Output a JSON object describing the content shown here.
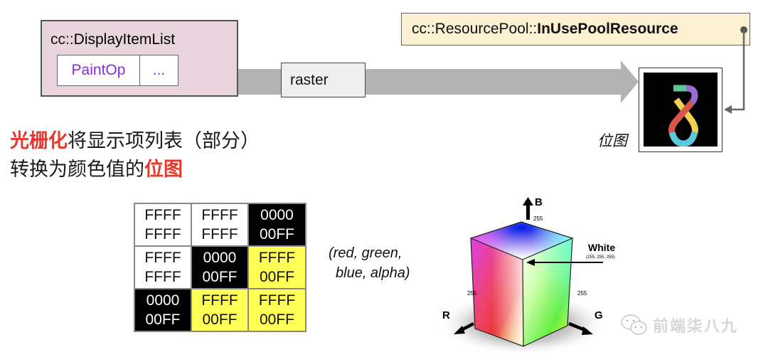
{
  "display_item_list": {
    "namespace": "cc::",
    "class_name": "DisplayItemList",
    "ops": [
      {
        "label": "PaintOp"
      },
      {
        "label": "..."
      }
    ],
    "background": "#e8d4dc",
    "op_text_color": "#8a2be2"
  },
  "process": {
    "label": "raster"
  },
  "resource_pool": {
    "namespace": "cc::ResourcePool::",
    "class_name": "InUsePoolResource",
    "background": "#fbf0d2"
  },
  "bitmap": {
    "label": "位图",
    "logo_colors": [
      "#5ec59a",
      "#9b6bd1",
      "#d9574a",
      "#f0d24f",
      "#5cc8dc"
    ]
  },
  "description": {
    "line1": [
      {
        "text": "光栅化",
        "highlight": true
      },
      {
        "text": "将显示项列表（部分）",
        "highlight": false
      }
    ],
    "line2": [
      {
        "text": "转换为颜色值的",
        "highlight": false
      },
      {
        "text": "位图",
        "highlight": true
      }
    ],
    "highlight_color": "#e8382d"
  },
  "pixel_grid": {
    "rows": [
      [
        {
          "top": "FFFF",
          "bottom": "FFFF",
          "color": "white"
        },
        {
          "top": "FFFF",
          "bottom": "FFFF",
          "color": "white"
        },
        {
          "top": "0000",
          "bottom": "00FF",
          "color": "black"
        }
      ],
      [
        {
          "top": "FFFF",
          "bottom": "FFFF",
          "color": "white"
        },
        {
          "top": "0000",
          "bottom": "00FF",
          "color": "black"
        },
        {
          "top": "FFFF",
          "bottom": "00FF",
          "color": "yellow"
        }
      ],
      [
        {
          "top": "0000",
          "bottom": "00FF",
          "color": "black"
        },
        {
          "top": "FFFF",
          "bottom": "00FF",
          "color": "yellow"
        },
        {
          "top": "FFFF",
          "bottom": "00FF",
          "color": "yellow"
        }
      ]
    ]
  },
  "rgba_caption": {
    "line1": "(red, green,",
    "line2": "blue, alpha)"
  },
  "color_cube": {
    "axes": [
      {
        "name": "B",
        "max_label": "255"
      },
      {
        "name": "R",
        "max_label": "255"
      },
      {
        "name": "G",
        "max_label": "255"
      }
    ],
    "white_label": "White",
    "white_value": "(255, 255, 255)"
  },
  "watermark": {
    "text": "前端柒八九"
  }
}
